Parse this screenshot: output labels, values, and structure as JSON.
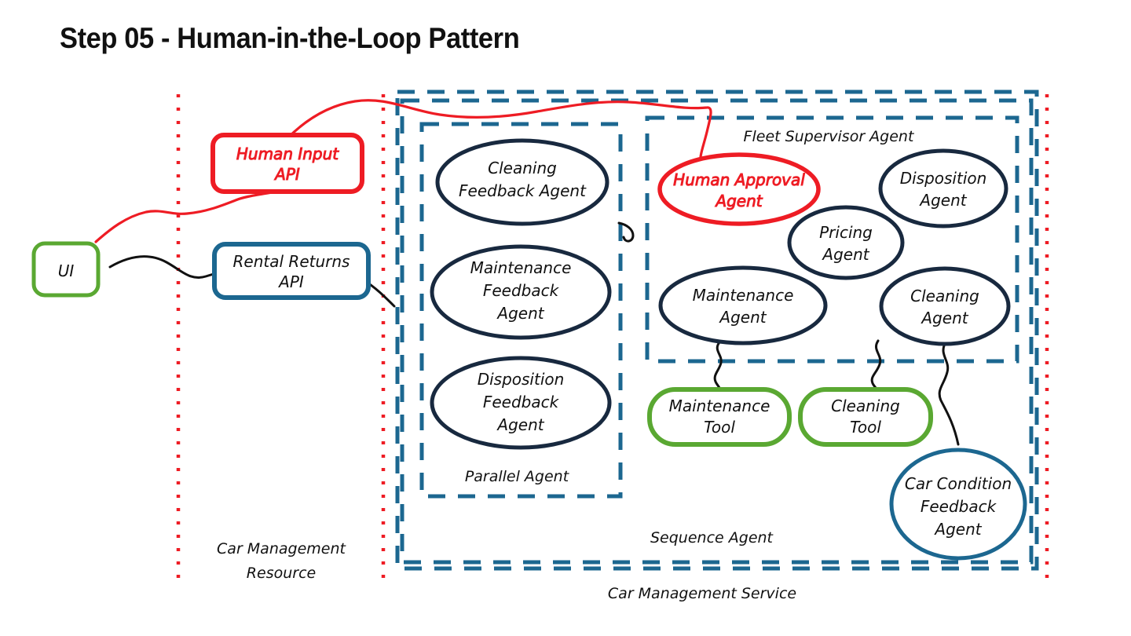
{
  "page": {
    "title": "Step 05 - Human-in-the-Loop Pattern",
    "background_color": "#ffffff"
  },
  "colors": {
    "red": "#ee1c24",
    "navy": "#18293f",
    "teal": "#1c6790",
    "green": "#5aa832",
    "black": "#111111"
  },
  "zones": [
    {
      "id": "car-management-resource",
      "label": "Car Management Resource",
      "border_style": "dotted",
      "border_color": "#ee1c24"
    },
    {
      "id": "car-management-service",
      "label": "Car Management Service",
      "border_style": "dashed",
      "border_color": "#1c6790"
    },
    {
      "id": "sequence-agent",
      "label": "Sequence Agent",
      "border_style": "dashed",
      "border_color": "#1c6790"
    },
    {
      "id": "parallel-agent",
      "label": "Parallel Agent",
      "border_style": "dashed",
      "border_color": "#1c6790"
    },
    {
      "id": "fleet-supervisor-agent",
      "label": "Fleet Supervisor Agent",
      "border_style": "dashed",
      "border_color": "#1c6790"
    }
  ],
  "nodes": {
    "ui": {
      "label": "UI",
      "shape": "rounded-rect",
      "color": "#5aa832"
    },
    "human_input_api": {
      "label_line1": "Human Input",
      "label_line2": "API",
      "shape": "rounded-rect",
      "color": "#ee1c24"
    },
    "rental_returns_api": {
      "label_line1": "Rental Returns",
      "label_line2": "API",
      "shape": "rounded-rect",
      "color": "#1c6790"
    },
    "cleaning_feedback_agent": {
      "label_line1": "Cleaning",
      "label_line2": "Feedback Agent",
      "shape": "ellipse",
      "color": "#18293f"
    },
    "maintenance_feedback_agent": {
      "label_line1": "Maintenance",
      "label_line2": "Feedback",
      "label_line3": "Agent",
      "shape": "ellipse",
      "color": "#18293f"
    },
    "disposition_feedback_agent": {
      "label_line1": "Disposition",
      "label_line2": "Feedback",
      "label_line3": "Agent",
      "shape": "ellipse",
      "color": "#18293f"
    },
    "human_approval_agent": {
      "label_line1": "Human Approval",
      "label_line2": "Agent",
      "shape": "ellipse",
      "color": "#ee1c24"
    },
    "disposition_agent": {
      "label_line1": "Disposition",
      "label_line2": "Agent",
      "shape": "ellipse",
      "color": "#18293f"
    },
    "pricing_agent": {
      "label_line1": "Pricing",
      "label_line2": "Agent",
      "shape": "ellipse",
      "color": "#18293f"
    },
    "maintenance_agent": {
      "label_line1": "Maintenance",
      "label_line2": "Agent",
      "shape": "ellipse",
      "color": "#18293f"
    },
    "cleaning_agent": {
      "label_line1": "Cleaning",
      "label_line2": "Agent",
      "shape": "ellipse",
      "color": "#18293f"
    },
    "maintenance_tool": {
      "label_line1": "Maintenance",
      "label_line2": "Tool",
      "shape": "rounded-rect",
      "color": "#5aa832"
    },
    "cleaning_tool": {
      "label_line1": "Cleaning",
      "label_line2": "Tool",
      "shape": "rounded-rect",
      "color": "#5aa832"
    },
    "car_condition_feedback_agent": {
      "label_line1": "Car Condition",
      "label_line2": "Feedback",
      "label_line3": "Agent",
      "shape": "ellipse",
      "color": "#1c6790"
    }
  },
  "connections": [
    {
      "from": "ui",
      "to": "human_input_api",
      "color": "#ee1c24",
      "style": "wavy"
    },
    {
      "from": "ui",
      "to": "rental_returns_api",
      "color": "#111111",
      "style": "wavy"
    },
    {
      "from": "human_input_api",
      "to": "human_approval_agent",
      "color": "#ee1c24",
      "style": "wavy"
    },
    {
      "from": "rental_returns_api",
      "to": "car-management-service",
      "color": "#111111",
      "style": "wavy"
    },
    {
      "from": "parallel-agent",
      "to": "fleet-supervisor-agent",
      "color": "#111111",
      "style": "wavy"
    },
    {
      "from": "maintenance_agent",
      "to": "maintenance_tool",
      "color": "#111111",
      "style": "squiggle"
    },
    {
      "from": "cleaning_agent",
      "to": "cleaning_tool",
      "color": "#111111",
      "style": "squiggle"
    },
    {
      "from": "cleaning_agent",
      "to": "car_condition_feedback_agent",
      "color": "#111111",
      "style": "squiggle"
    }
  ]
}
